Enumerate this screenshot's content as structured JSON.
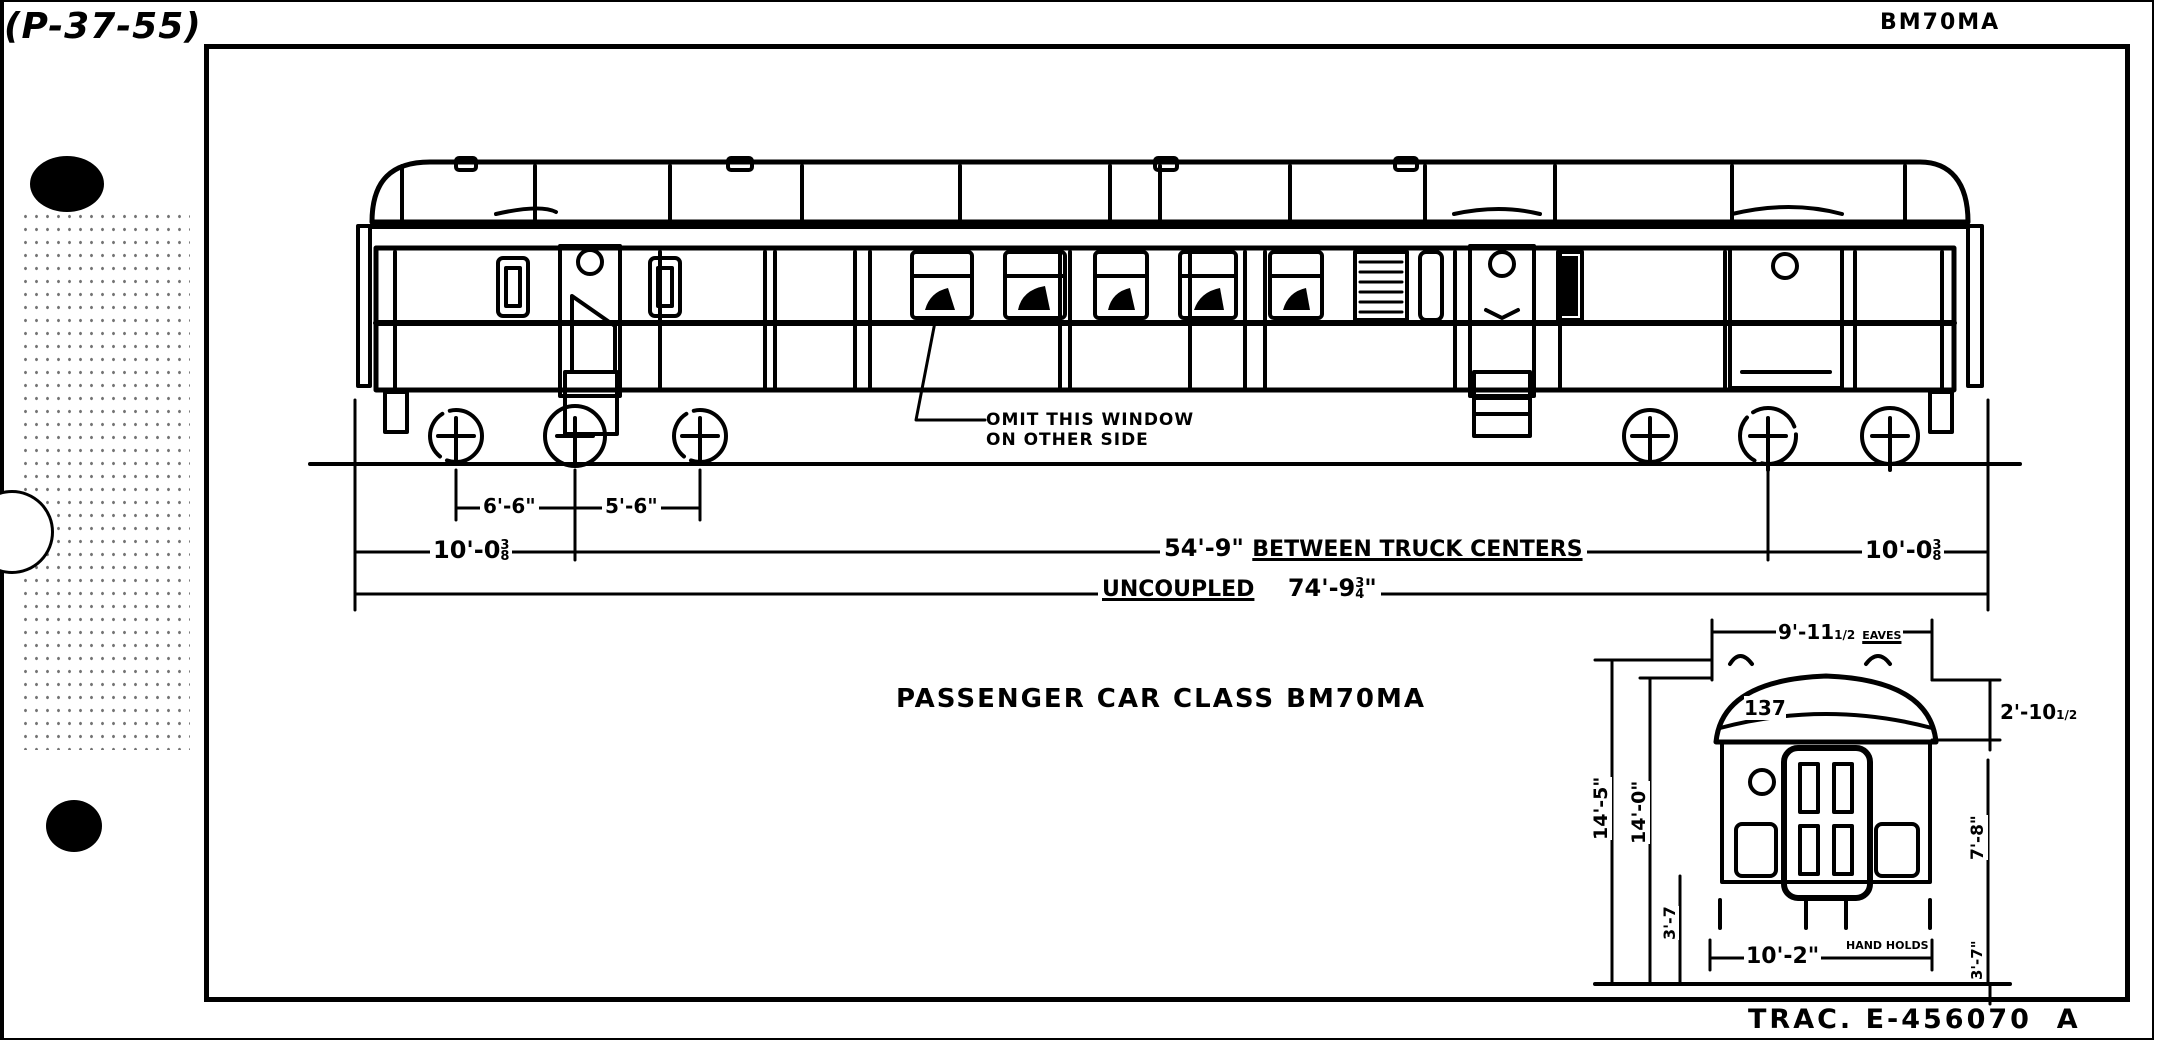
{
  "sheet": {
    "handwritten_ref": "(P-37-55)",
    "corner_code": "BM70MA",
    "tracing_number": "TRAC. E-456070",
    "revision": "A",
    "colors": {
      "ink": "#000000",
      "paper": "#ffffff"
    }
  },
  "drawing": {
    "title": "PASSENGER CAR CLASS BM70MA",
    "side_view": {
      "note_line1": "OMIT THIS WINDOW",
      "note_line2": "ON OTHER SIDE",
      "dimensions": {
        "axle_spacing_1": "6'-6\"",
        "axle_spacing_2": "5'-6\"",
        "overhang_left": "10'-0",
        "overhang_left_frac_num": "3",
        "overhang_left_frac_den": "8",
        "overhang_right": "10'-0",
        "overhang_right_frac_num": "3",
        "overhang_right_frac_den": "8",
        "truck_centers_value": "54'-9\"",
        "truck_centers_label": "BETWEEN TRUCK CENTERS",
        "uncoupled_label": "UNCOUPLED",
        "uncoupled_value": "74'-9",
        "uncoupled_frac_num": "3",
        "uncoupled_frac_den": "4"
      }
    },
    "end_view": {
      "dimensions": {
        "width_over_eaves": "9'-11",
        "width_over_eaves_frac": "1/2",
        "eaves_label": "EAVES",
        "roof_radius": "137",
        "roof_height": "2'-10",
        "roof_height_frac": "1/2",
        "height_overall": "14'-5\"",
        "height_to_roof": "14'-0\"",
        "height_to_floor": "3'-7",
        "side_height": "7'-8\"",
        "step_height": "3'-7\"",
        "width_over_hand_holds": "10'-2\"",
        "hand_holds_label": "HAND HOLDS"
      }
    }
  }
}
